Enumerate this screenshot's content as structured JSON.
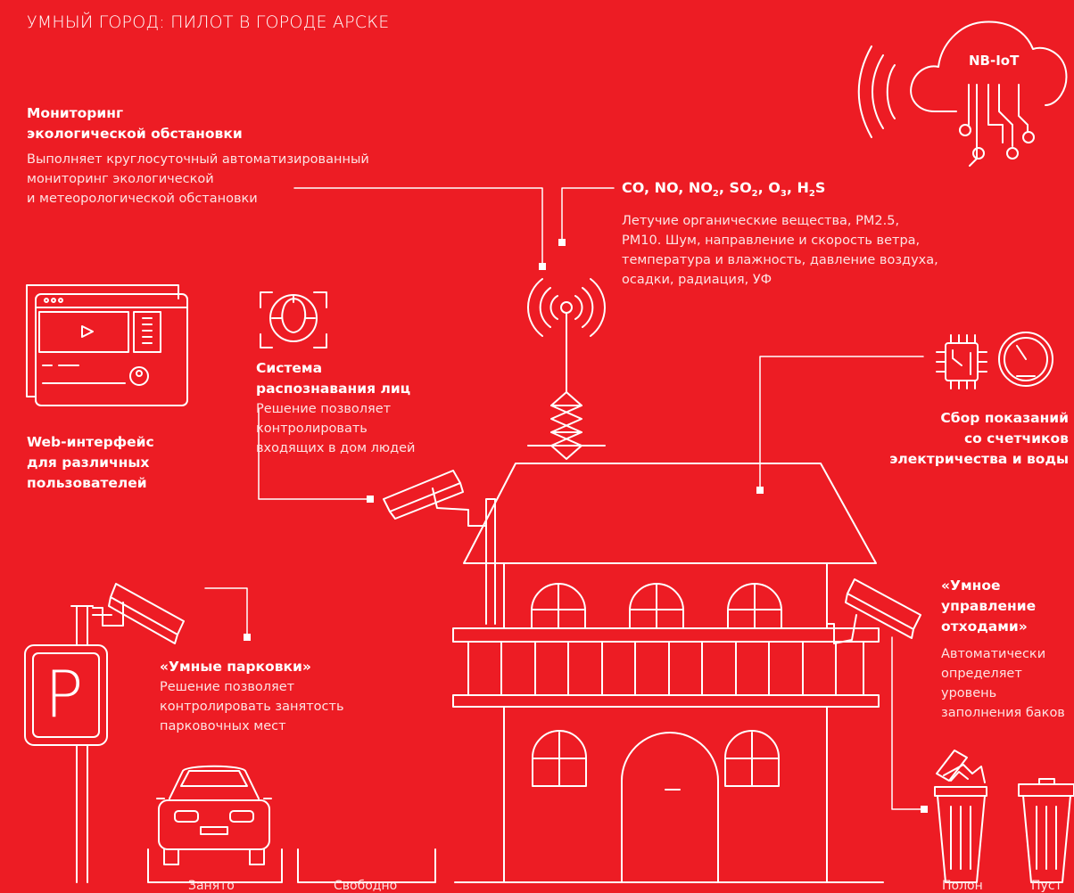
{
  "title": "УМНЫЙ ГОРОД: ПИЛОТ В ГОРОДЕ АРСКЕ",
  "cloud_label": "NB-IoT",
  "eco": {
    "heading": [
      "Мониторинг",
      "экологической обстановки"
    ],
    "text": [
      "Выполняет круглосуточный автоматизированный",
      "мониторинг экологической",
      "и метеорологической обстановки"
    ]
  },
  "gases": {
    "heading_parts": [
      "CO, NO, NO",
      "2",
      ", SO",
      "2",
      ", O",
      "3",
      ", H",
      "2",
      "S"
    ],
    "text": [
      "Летучие органические вещества, PM2.5,",
      "PM10.  Шум, направление и скорость ветра,",
      "температура и влажность, давление воздуха,",
      "осадки, радиация, УФ"
    ]
  },
  "web": {
    "heading": [
      "Web-интерфейс",
      "для различных",
      "пользователей"
    ]
  },
  "face": {
    "heading": [
      "Система",
      "распознавания лиц"
    ],
    "text": [
      "Решение позволяет",
      "контролировать",
      "входящих в дом людей"
    ]
  },
  "meters": {
    "heading": [
      "Сбор показаний",
      "со счетчиков",
      "электричества и воды"
    ]
  },
  "waste": {
    "heading": [
      "«Умное",
      "управление",
      "отходами»"
    ],
    "text": [
      "Автоматически",
      "определяет",
      "уровень",
      "заполнения баков"
    ]
  },
  "parking": {
    "heading": "«Умные парковки»",
    "text": [
      "Решение позволяет",
      "контролировать занятость",
      "парковочных мест"
    ],
    "sign": "P"
  },
  "captions": {
    "occupied": "Занято",
    "free": "Свободно",
    "full": "Полон",
    "empty": "Пуст"
  },
  "colors": {
    "background": "#ed1c24",
    "foreground": "#ffffff"
  }
}
